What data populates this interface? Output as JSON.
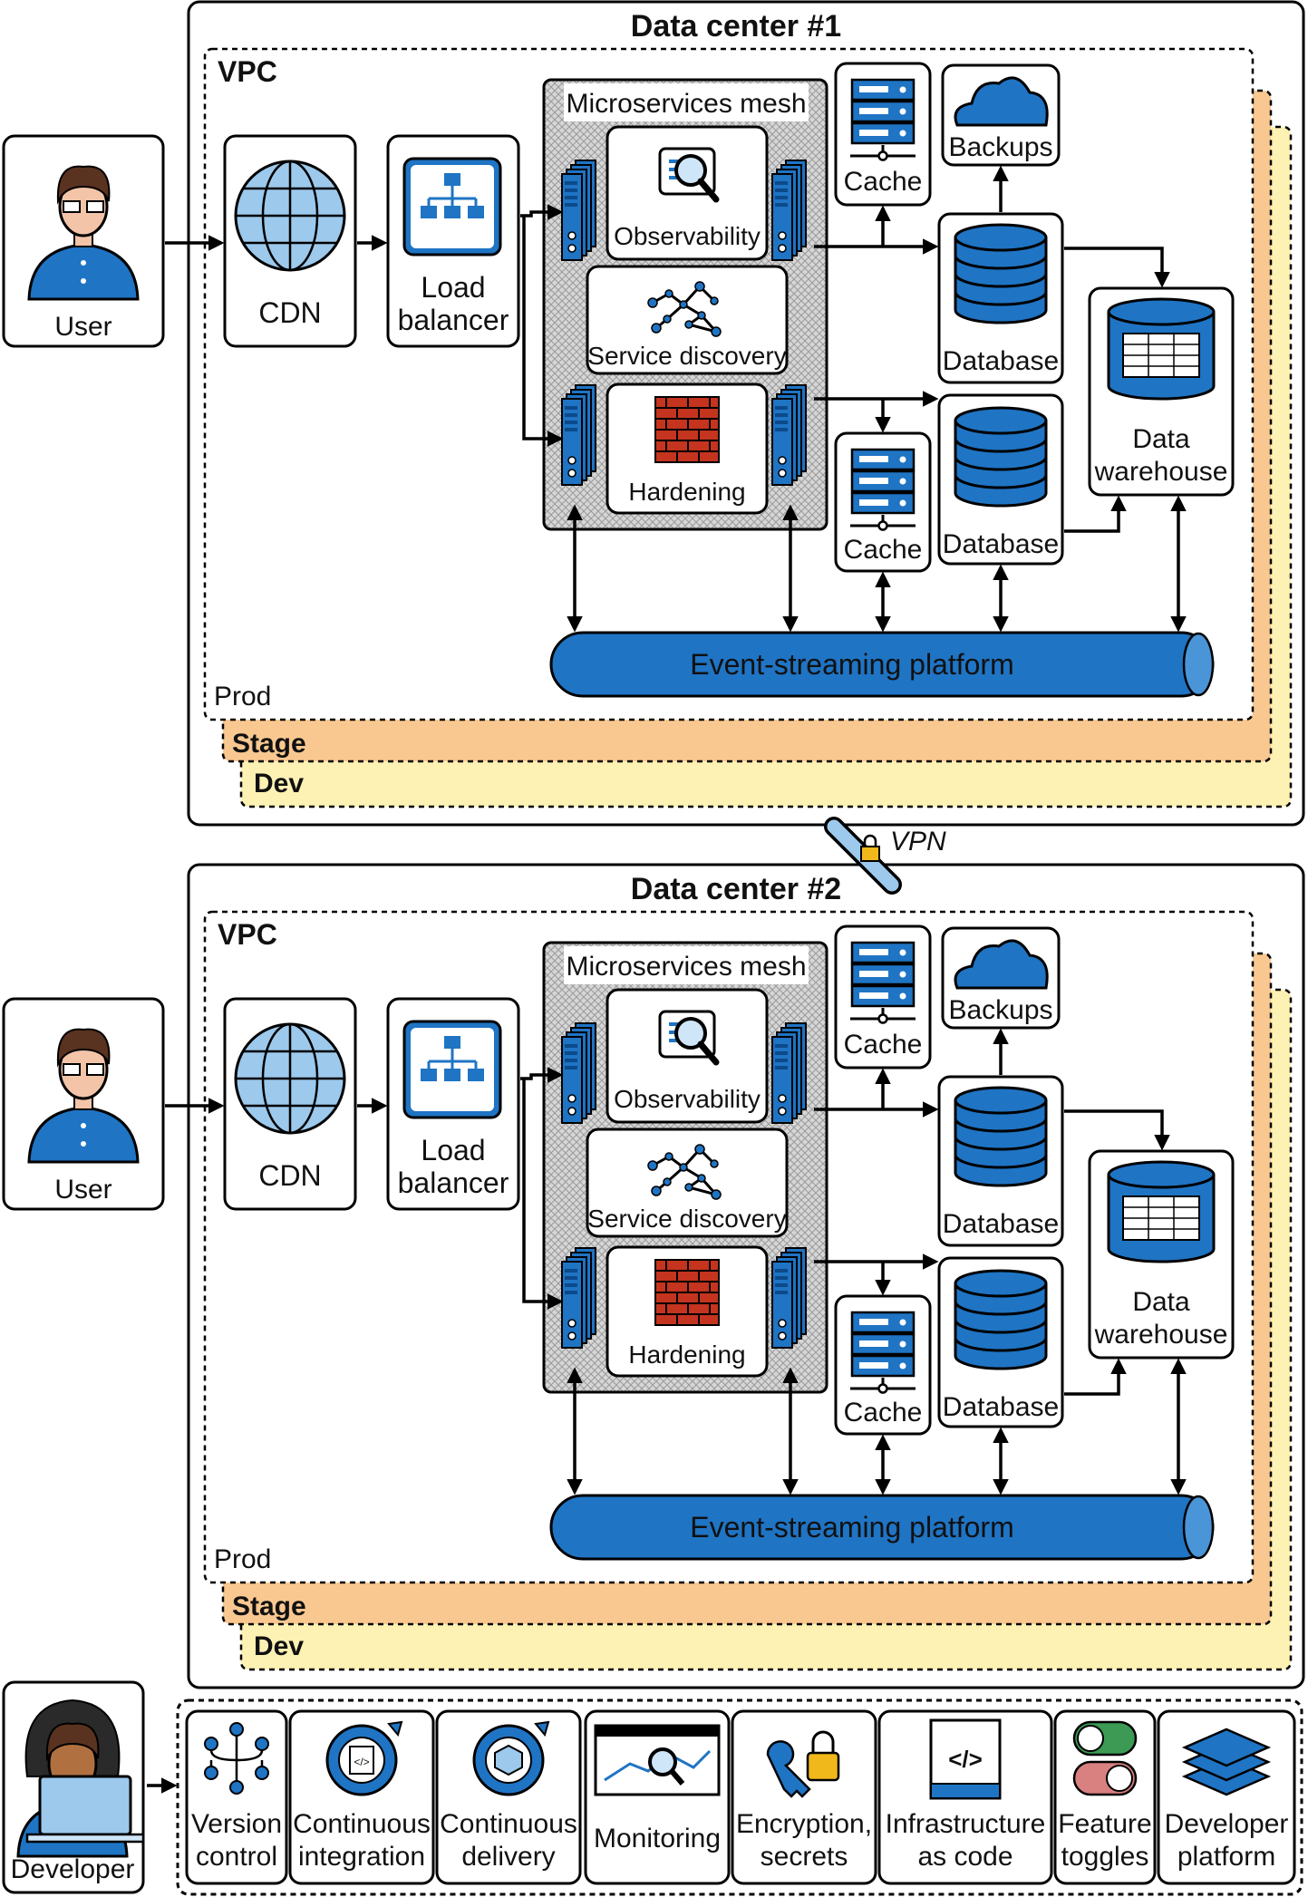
{
  "colors": {
    "blue": "#1f74c4",
    "blue_dark": "#0c4a8a",
    "blue_light": "#9cc9ec",
    "stage": "#f9c891",
    "dev": "#fdf1b3",
    "red": "#c4341f",
    "green": "#3c9a55"
  },
  "data_centers": [
    {
      "title": "Data center #1",
      "vpc": "VPC",
      "envs": {
        "prod": "Prod",
        "stage": "Stage",
        "dev": "Dev"
      },
      "user": "User",
      "cdn": "CDN",
      "load_balancer": [
        "Load",
        "balancer"
      ],
      "mesh_title": "Microservices mesh",
      "observability": "Observability",
      "service_discovery": "Service discovery",
      "hardening": "Hardening",
      "cache_top": "Cache",
      "cache_bottom": "Cache",
      "backups": "Backups",
      "database_top": "Database",
      "database_bottom": "Database",
      "warehouse": [
        "Data",
        "warehouse"
      ],
      "event_platform": "Event-streaming platform"
    },
    {
      "title": "Data center #2",
      "vpc": "VPC",
      "envs": {
        "prod": "Prod",
        "stage": "Stage",
        "dev": "Dev"
      },
      "user": "User",
      "cdn": "CDN",
      "load_balancer": [
        "Load",
        "balancer"
      ],
      "mesh_title": "Microservices mesh",
      "observability": "Observability",
      "service_discovery": "Service discovery",
      "hardening": "Hardening",
      "cache_top": "Cache",
      "cache_bottom": "Cache",
      "backups": "Backups",
      "database_top": "Database",
      "database_bottom": "Database",
      "warehouse": [
        "Data",
        "warehouse"
      ],
      "event_platform": "Event-streaming platform"
    }
  ],
  "vpn": "VPN",
  "developer": "Developer",
  "tools": [
    {
      "label": [
        "Version",
        "control"
      ],
      "icon": "version-control-icon"
    },
    {
      "label": [
        "Continuous",
        "integration"
      ],
      "icon": "continuous-integration-icon"
    },
    {
      "label": [
        "Continuous",
        "delivery"
      ],
      "icon": "continuous-delivery-icon"
    },
    {
      "label": [
        "Monitoring"
      ],
      "icon": "monitoring-icon"
    },
    {
      "label": [
        "Encryption,",
        "secrets"
      ],
      "icon": "encryption-secrets-icon"
    },
    {
      "label": [
        "Infrastructure",
        "as code"
      ],
      "icon": "infrastructure-as-code-icon"
    },
    {
      "label": [
        "Feature",
        "toggles"
      ],
      "icon": "feature-toggles-icon"
    },
    {
      "label": [
        "Developer",
        "platform"
      ],
      "icon": "developer-platform-icon"
    }
  ]
}
